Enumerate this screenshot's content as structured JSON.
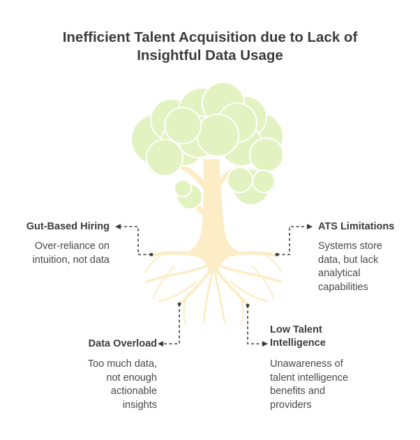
{
  "title_line1": "Inefficient Talent Acquisition due to Lack of",
  "title_line2": "Insightful Data Usage",
  "colors": {
    "canopy": "#e2f2c1",
    "canopy_stroke": "#ffffff",
    "trunk": "#fdedc6",
    "connector": "#3c3c3c"
  },
  "items": [
    {
      "heading": "Gut-Based Hiring",
      "lines": [
        "Over-reliance on",
        "intuition, not data"
      ]
    },
    {
      "heading": "ATS Limitations",
      "lines": [
        "Systems store",
        "data, but lack",
        "analytical",
        "capabilities"
      ]
    },
    {
      "heading": "Data Overload",
      "lines": [
        "Too much data,",
        "not enough",
        "actionable",
        "insights"
      ]
    },
    {
      "heading_lines": [
        "Low Talent",
        "Intelligence"
      ],
      "lines": [
        "Unawareness of",
        "talent intelligence",
        "benefits and",
        "providers"
      ]
    }
  ]
}
